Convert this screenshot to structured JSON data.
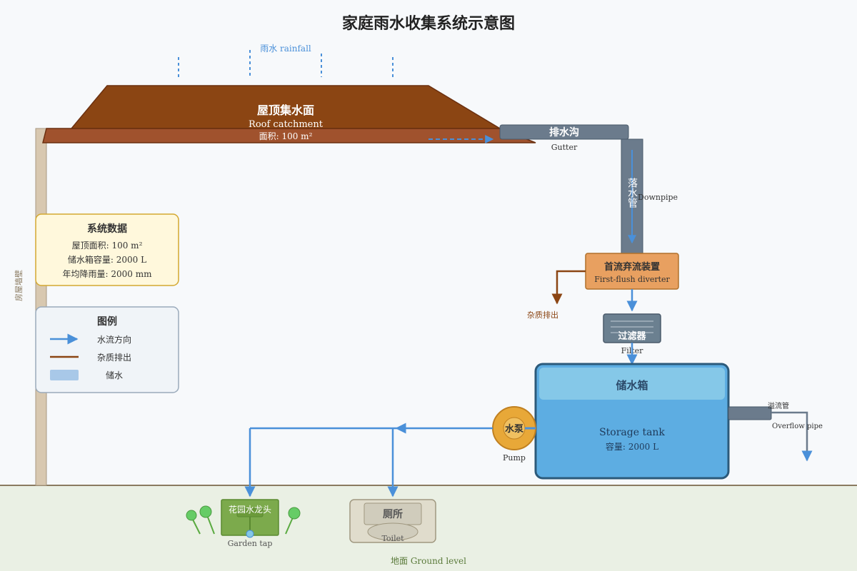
{
  "title": "家庭雨水收集系统示意图",
  "rainfall": "雨水 rainfall",
  "roof": {
    "zh": "屋顶集水面",
    "en": "Roof catchment",
    "area": "面积: 100 m²"
  },
  "gutter": {
    "zh": "排水沟",
    "en": "Gutter"
  },
  "downpipe": {
    "zh": "落水管",
    "en": "Downpipe"
  },
  "diverter": {
    "zh": "首流弃流装置",
    "en": "First-flush diverter"
  },
  "debris_out": "杂质排出",
  "filter": {
    "zh": "过滤器",
    "en": "Filter"
  },
  "tank": {
    "zh": "储水箱",
    "en": "Storage tank",
    "capacity": "容量: 2000 L"
  },
  "overflow": {
    "zh": "溢流管",
    "en": "Overflow pipe"
  },
  "pump": {
    "zh": "水泵",
    "en": "Pump"
  },
  "garden_tap": {
    "zh": "花园水龙头",
    "en": "Garden tap"
  },
  "toilet": {
    "zh": "厕所",
    "en": "Toilet"
  },
  "ground": "地面 Ground level",
  "wall": "房屋墙壁",
  "system_data": {
    "title": "系统数据",
    "lines": [
      "屋顶面积: 100 m²",
      "储水箱容量: 2000 L",
      "年均降雨量: 2000 mm"
    ]
  },
  "legend": {
    "title": "图例",
    "items": [
      "水流方向",
      "杂质排出",
      "储水"
    ]
  },
  "colors": {
    "water": "#4a90d9",
    "debris": "#8b4513",
    "roof": "#8b4513",
    "pipe": "#6b7b8c",
    "tank": "#5dade2",
    "pump": "#e8a838",
    "diverter": "#e8a060",
    "ground": "#eaf0e4"
  }
}
